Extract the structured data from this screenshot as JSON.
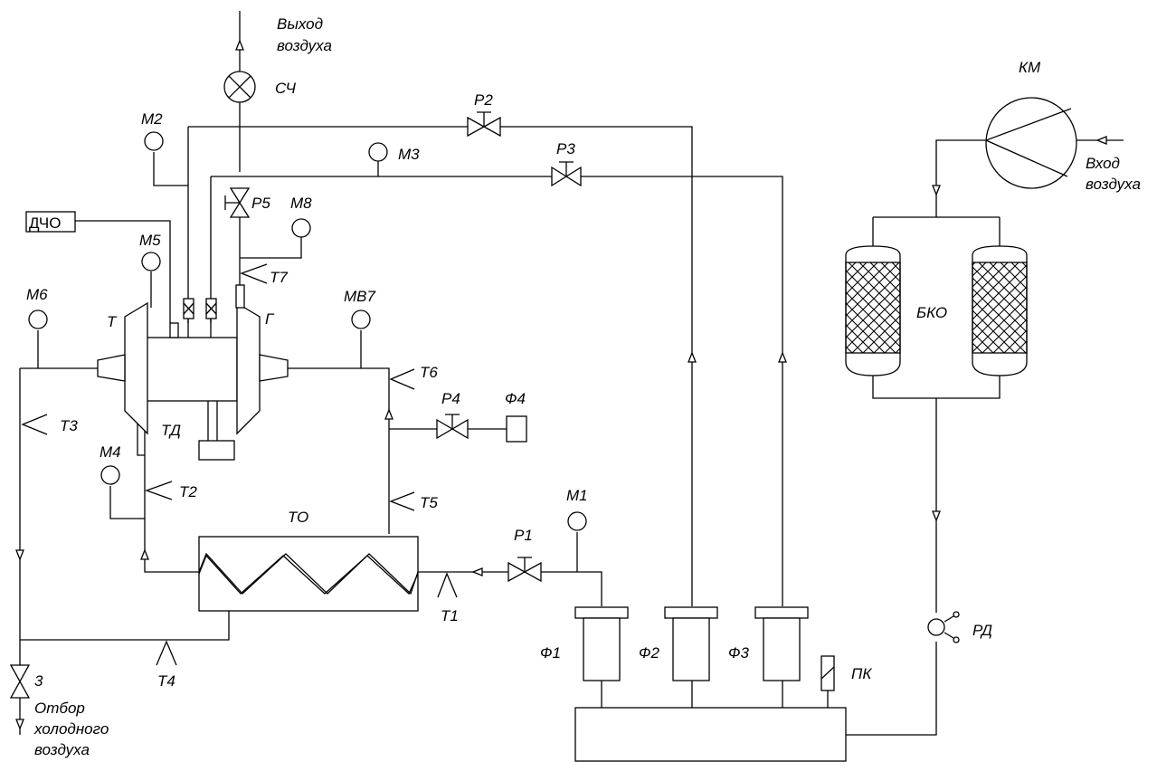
{
  "labels": {
    "air_out_1": "Выход",
    "air_out_2": "воздуха",
    "sch": "СЧ",
    "km": "КМ",
    "air_in_1": "Вход",
    "air_in_2": "воздуха",
    "m1": "М1",
    "m2": "М2",
    "m3": "М3",
    "m4": "М4",
    "m5": "М5",
    "m6": "М6",
    "m8": "М8",
    "mv7": "МВ7",
    "p1": "Р1",
    "p2": "Р2",
    "p3": "Р3",
    "p4": "Р4",
    "p5": "Р5",
    "t1": "Т1",
    "t2": "Т2",
    "t3": "Т3",
    "t4": "Т4",
    "t5": "Т5",
    "t6": "Т6",
    "t7": "Т7",
    "dcho": "ДЧО",
    "t_turbine": "Т",
    "g_generator": "Г",
    "td": "ТД",
    "to": "ТО",
    "f1": "Ф1",
    "f2": "Ф2",
    "f3": "Ф3",
    "f4": "Ф4",
    "bko": "БКО",
    "rd": "РД",
    "pk": "ПК",
    "valve3": "3",
    "cold_1": "Отбор",
    "cold_2": "холодного",
    "cold_3": "воздуха"
  }
}
